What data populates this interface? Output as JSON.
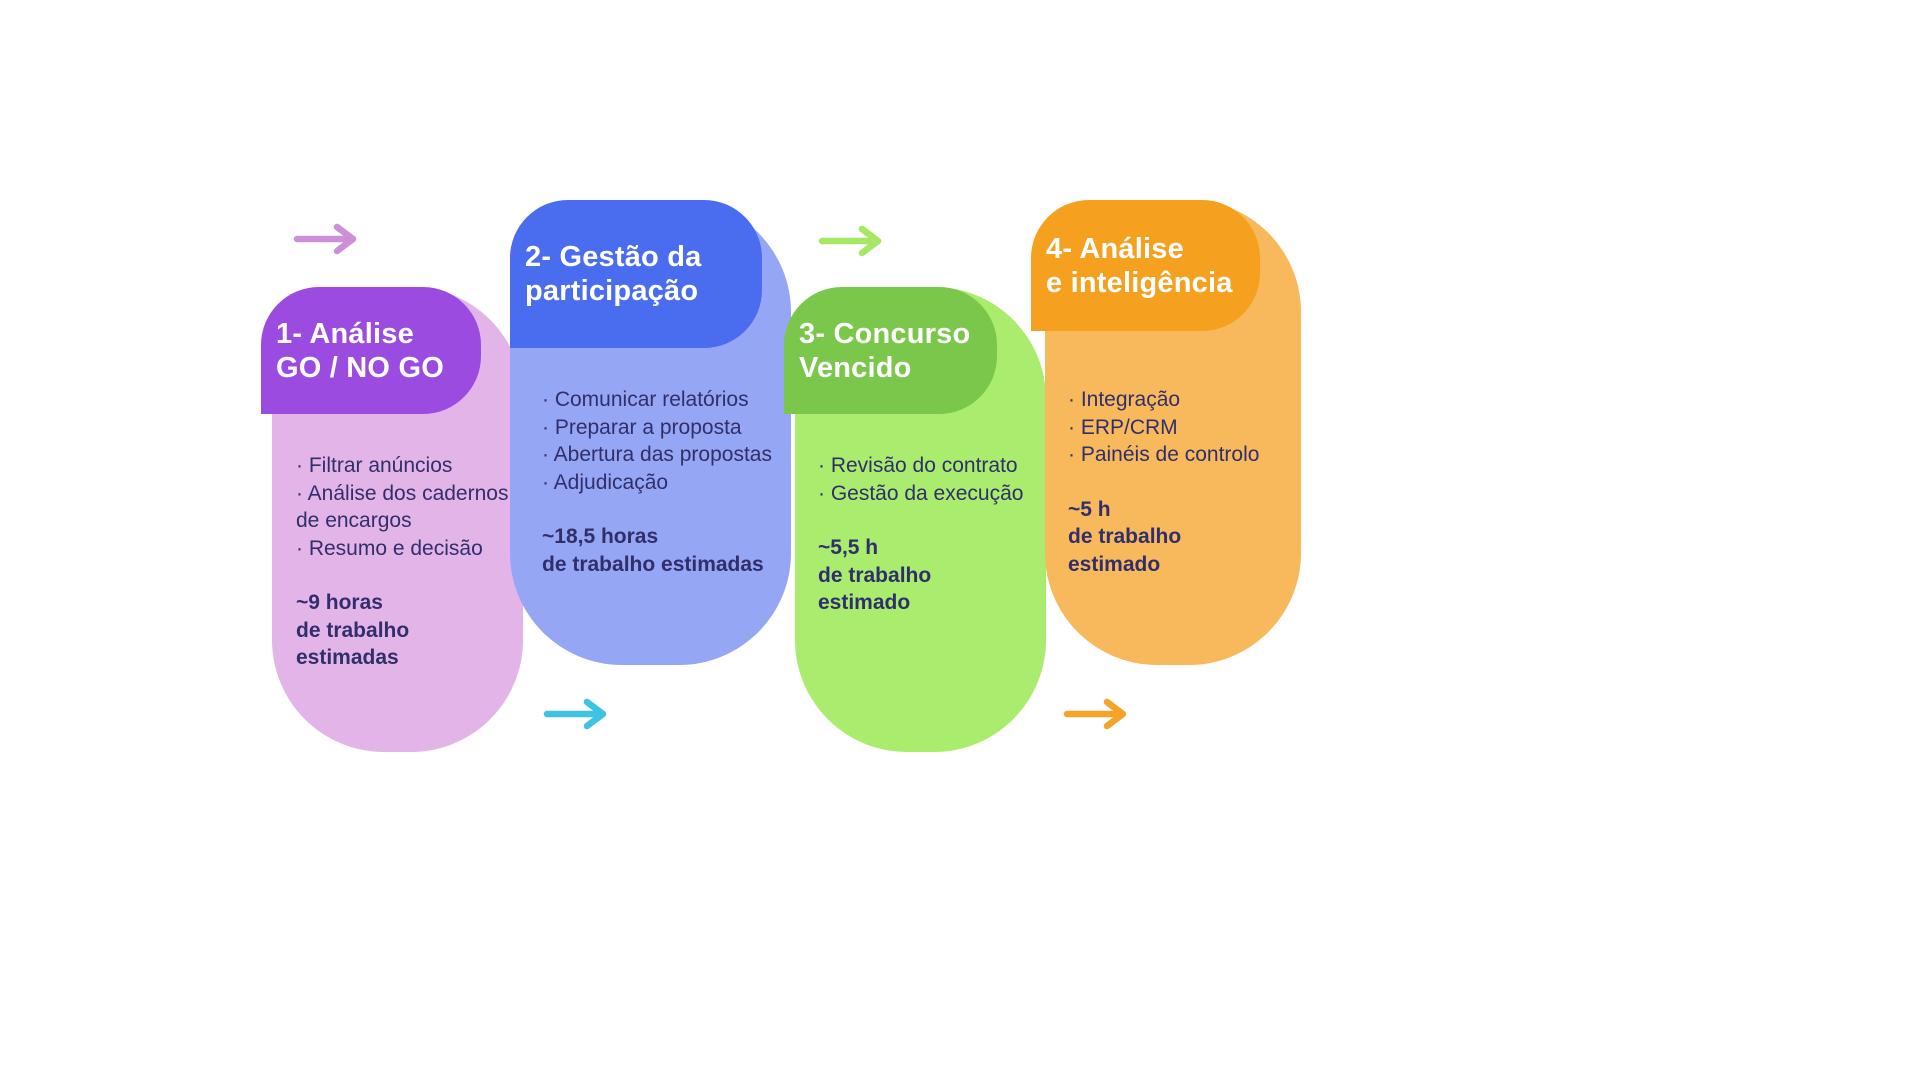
{
  "text_color": "#312f6b",
  "stages": [
    {
      "title_line1": "1- Análise",
      "title_line2": "GO / NO GO",
      "items": [
        "· Filtrar anúncios",
        "· Análise dos cadernos de encargos",
        "· Resumo e decisão"
      ],
      "estimate_lines": [
        "~9 horas",
        "de trabalho",
        "estimadas"
      ],
      "colors": {
        "header": "#9b4be0",
        "body": "#e2b4e8"
      }
    },
    {
      "title_line1": "2- Gestão da",
      "title_line2": "participação",
      "items": [
        "· Comunicar relatórios",
        "· Preparar a proposta",
        "· Abertura das propostas",
        "· Adjudicação"
      ],
      "estimate_lines": [
        "~18,5 horas",
        "de trabalho estimadas"
      ],
      "colors": {
        "header": "#4a6cee",
        "body": "#95a6f4"
      }
    },
    {
      "title_line1": "3- Concurso",
      "title_line2": "Vencido",
      "items": [
        "· Revisão do contrato",
        "· Gestão da execução"
      ],
      "estimate_lines": [
        "~5,5 h",
        "de trabalho",
        "estimado"
      ],
      "colors": {
        "header": "#7ac74b",
        "body": "#a9ec6e"
      }
    },
    {
      "title_line1": "4- Análise",
      "title_line2": "e inteligência",
      "items": [
        "· Integração",
        "· ERP/CRM",
        "· Painéis de controlo"
      ],
      "estimate_lines": [
        "~5 h",
        "de trabalho",
        "estimado"
      ],
      "colors": {
        "header": "#f6a01f",
        "body": "#f8b95c"
      }
    }
  ],
  "arrows": [
    {
      "name": "arrow-top-left",
      "color": "#cc8fd8"
    },
    {
      "name": "arrow-top-middle",
      "color": "#a6e765"
    },
    {
      "name": "arrow-bottom-left",
      "color": "#3ec4e2"
    },
    {
      "name": "arrow-bottom-right",
      "color": "#f6a428"
    }
  ]
}
